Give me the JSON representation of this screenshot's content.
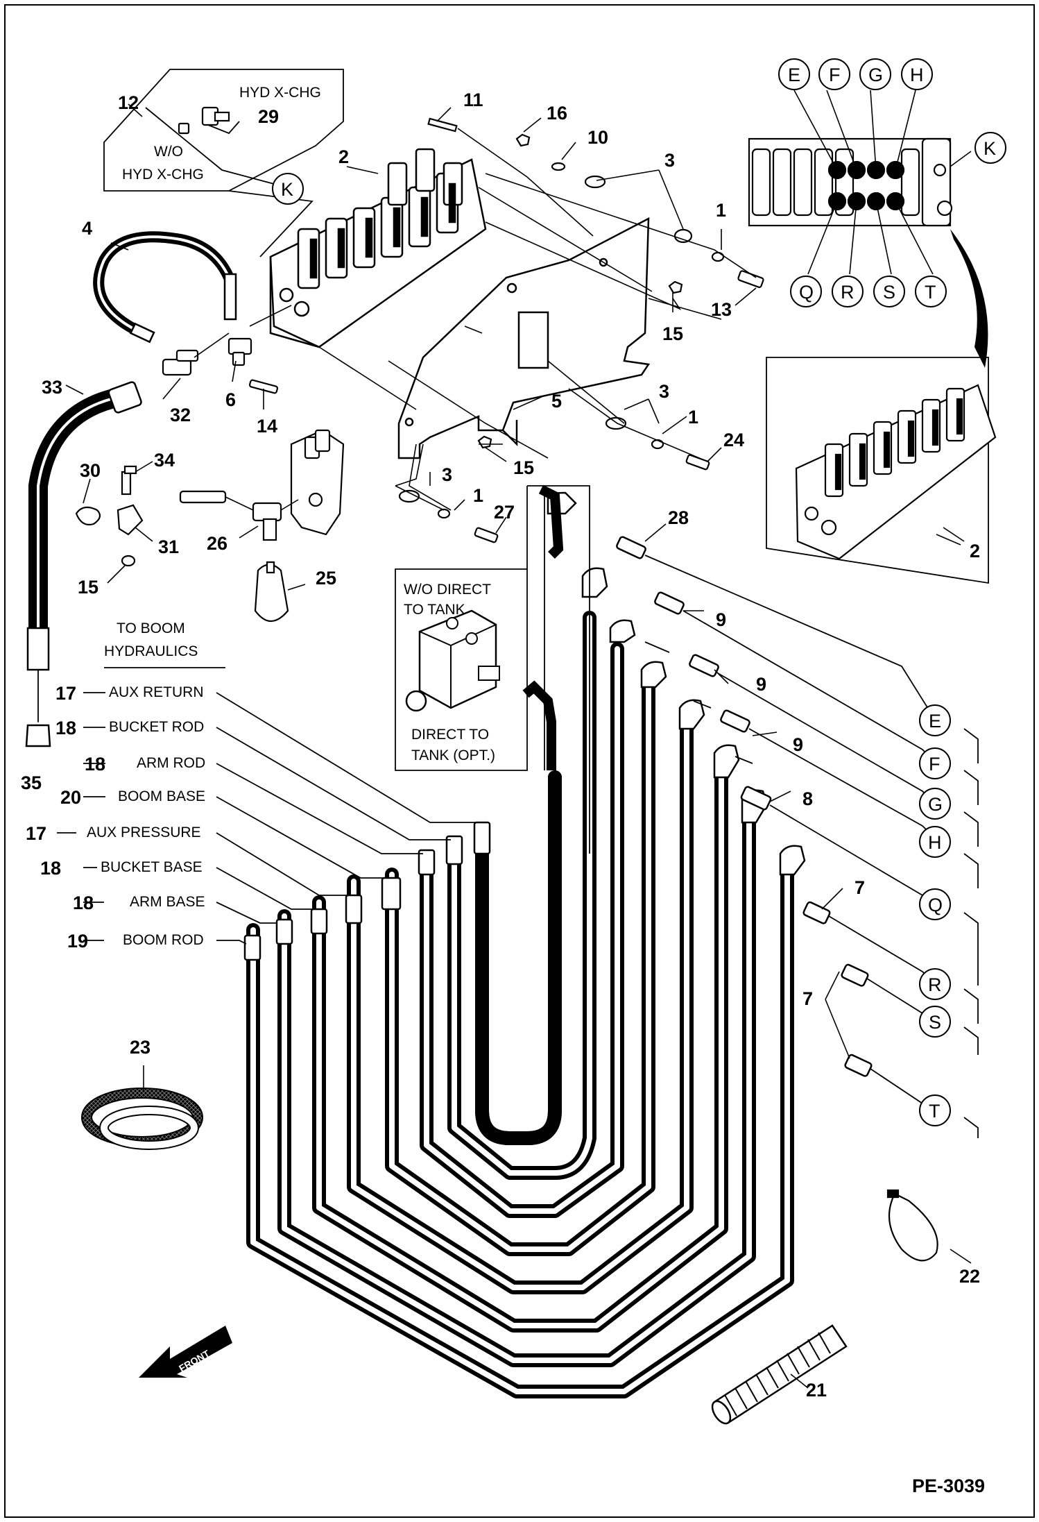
{
  "drawing_id": "PE-3039",
  "inset_labels": {
    "hyd_xchg": "HYD X-CHG",
    "wo_line1": "W/O",
    "wo_line2": "HYD X-CHG",
    "wo_direct_line1": "W/O DIRECT",
    "wo_direct_line2": "TO TANK",
    "direct_line1": "DIRECT TO",
    "direct_line2": "TANK (OPT.)",
    "to_boom_line1": "TO BOOM",
    "to_boom_line2": "HYDRAULICS",
    "front_arrow": "FRONT"
  },
  "boom_hoses": [
    {
      "num": "17",
      "label": "AUX RETURN"
    },
    {
      "num": "18",
      "label": "BUCKET ROD"
    },
    {
      "num": "18",
      "label": "ARM ROD"
    },
    {
      "num": "20",
      "label": "BOOM BASE"
    },
    {
      "num": "17",
      "label": "AUX PRESSURE"
    },
    {
      "num": "18",
      "label": "BUCKET BASE"
    },
    {
      "num": "18",
      "label": "ARM BASE"
    },
    {
      "num": "19",
      "label": "BOOM ROD"
    }
  ],
  "part_numbers": [
    "1",
    "1",
    "1",
    "1",
    "2",
    "2",
    "3",
    "3",
    "3",
    "4",
    "5",
    "6",
    "7",
    "7",
    "8",
    "9",
    "9",
    "9",
    "10",
    "11",
    "12",
    "13",
    "14",
    "15",
    "15",
    "15",
    "15",
    "16",
    "21",
    "22",
    "23",
    "24",
    "25",
    "26",
    "27",
    "28",
    "29",
    "30",
    "31",
    "32",
    "33",
    "34",
    "35"
  ],
  "port_letters_top": [
    "E",
    "F",
    "G",
    "H"
  ],
  "port_letters_bottom": [
    "Q",
    "R",
    "S",
    "T"
  ],
  "port_letter_k": "K",
  "port_letters_right": [
    "E",
    "F",
    "G",
    "H",
    "Q",
    "R",
    "S",
    "T"
  ]
}
